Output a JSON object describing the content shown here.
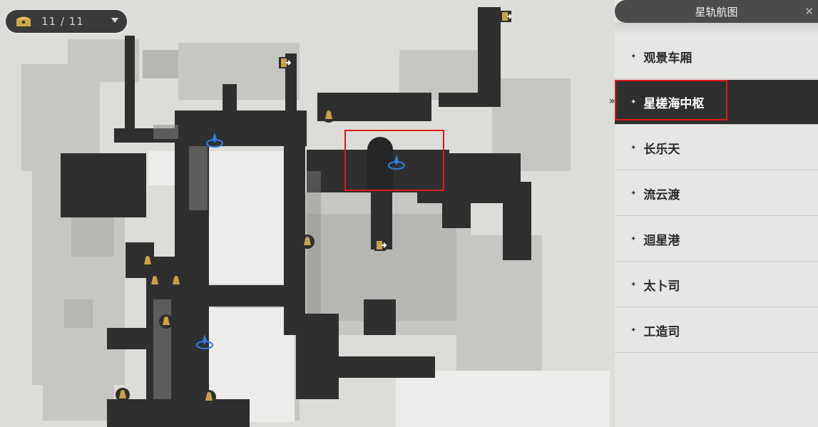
{
  "chest_counter": {
    "value": "11 / 11",
    "icon": "treasure-chest-icon"
  },
  "panel": {
    "title": "星轨航图",
    "close_icon": "close-icon",
    "items": [
      {
        "label": "观景车厢",
        "selected": false
      },
      {
        "label": "星槎海中枢",
        "selected": true
      },
      {
        "label": "长乐天",
        "selected": false
      },
      {
        "label": "流云渡",
        "selected": false
      },
      {
        "label": "迴星港",
        "selected": false
      },
      {
        "label": "太卜司",
        "selected": false
      },
      {
        "label": "工造司",
        "selected": false
      }
    ]
  },
  "colors": {
    "map_bg": "#dcdcd8",
    "walkway": "#2f2f2f",
    "building_light": "#c4c4c0",
    "panel_selected": "#2f2f2f",
    "highlight_box": "#e01818",
    "marker_gold": "#c9a24a",
    "teleport_blue": "#2e7fe0"
  },
  "markers": {
    "space_anchor": "space-anchor-icon",
    "merchant": "merchant-bell-icon",
    "exit": "exit-door-icon"
  }
}
